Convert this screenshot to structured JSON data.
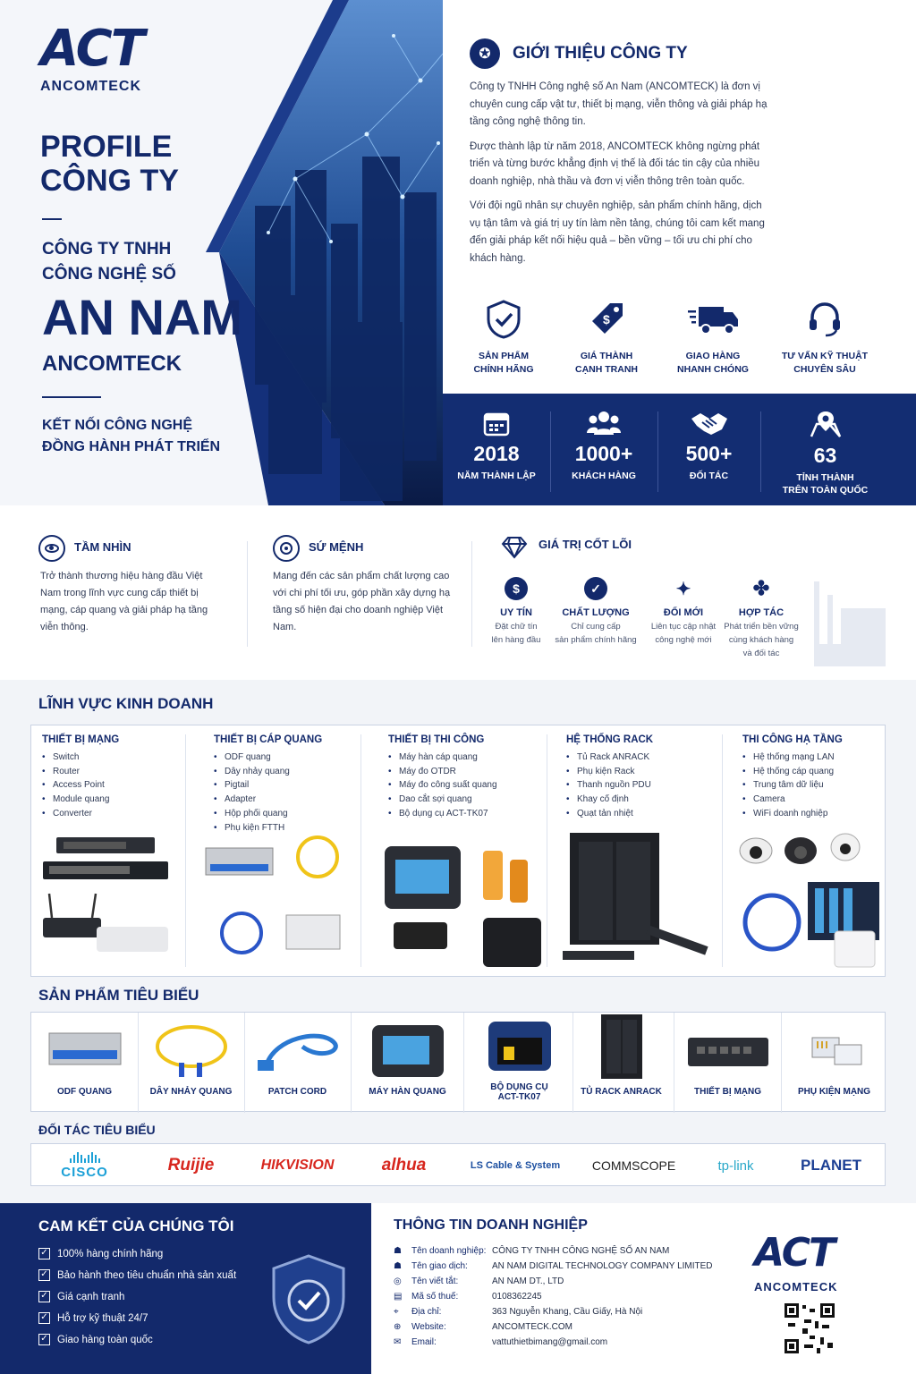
{
  "hero": {
    "logo": {
      "mark": "ACT",
      "name": "ANCOMTECK"
    },
    "profile_line1": "PROFILE",
    "profile_line2": "CÔNG TY",
    "company_line1": "CÔNG TY TNHH",
    "company_line2": "CÔNG NGHỆ SỐ",
    "company_name": "AN NAM",
    "brand": "ANCOMTECK",
    "slogan_line1": "KẾT NỐI CÔNG NGHỆ",
    "slogan_line2": "ĐỒNG HÀNH PHÁT TRIỂN"
  },
  "intro": {
    "title": "GIỚI THIỆU CÔNG TY",
    "icon": "people-icon",
    "paragraphs": [
      "Công ty TNHH Công nghệ số An Nam (ANCOMTECK) là đơn vị chuyên cung cấp vật tư, thiết bị mạng, viễn thông và giải pháp hạ tầng công nghệ thông tin.",
      "Được thành lập từ năm 2018, ANCOMTECK không ngừng phát triển và từng bước khẳng định vị thế là đối tác tin cậy của nhiều doanh nghiệp, nhà thầu và đơn vị viễn thông trên toàn quốc.",
      "Với đội ngũ nhân sự chuyên nghiệp, sản phẩm chính hãng, dịch vụ tận tâm và giá trị uy tín làm nền tảng, chúng tôi cam kết mang đến giải pháp kết nối hiệu quả – bền vững – tối ưu chi phí cho khách hàng."
    ],
    "features": [
      {
        "line1": "SẢN PHẨM",
        "line2": "CHÍNH HÃNG",
        "icon": "shield-check-icon"
      },
      {
        "line1": "GIÁ THÀNH",
        "line2": "CẠNH TRANH",
        "icon": "price-tag-icon"
      },
      {
        "line1": "GIAO HÀNG",
        "line2": "NHANH CHÓNG",
        "icon": "truck-icon"
      },
      {
        "line1": "TƯ VẤN KỸ THUẬT",
        "line2": "CHUYÊN SÂU",
        "icon": "headset-icon"
      }
    ]
  },
  "stats": [
    {
      "value": "2018",
      "line1": "NĂM THÀNH LẬP",
      "line2": "",
      "icon": "calendar-icon"
    },
    {
      "value": "1000+",
      "line1": "KHÁCH HÀNG",
      "line2": "",
      "icon": "users-icon"
    },
    {
      "value": "500+",
      "line1": "ĐỐI TÁC",
      "line2": "",
      "icon": "handshake-icon"
    },
    {
      "value": "63",
      "line1": "TỈNH THÀNH",
      "line2": "TRÊN TOÀN QUỐC",
      "icon": "map-pin-icon"
    }
  ],
  "vision": {
    "title": "TẦM NHÌN",
    "text": "Trở thành thương hiệu hàng đầu Việt Nam trong lĩnh vực cung cấp thiết bị mạng, cáp quang và giải pháp hạ tầng viễn thông."
  },
  "mission": {
    "title": "SỨ MỆNH",
    "text": "Mang đến các sản phẩm chất lượng cao với chi phí tối ưu, góp phần xây dựng hạ tầng số hiện đại cho doanh nghiệp Việt Nam."
  },
  "core": {
    "title": "GIÁ TRỊ CỐT LÕI",
    "items": [
      {
        "title": "UY TÍN",
        "l1": "Đặt chữ tín",
        "l2": "lên hàng đầu",
        "l3": "",
        "glyph": "$"
      },
      {
        "title": "CHẤT LƯỢNG",
        "l1": "Chỉ cung cấp",
        "l2": "sản phẩm chính hãng",
        "l3": "",
        "glyph": "✓"
      },
      {
        "title": "ĐỔI MỚI",
        "l1": "Liên tục cập nhật",
        "l2": "công nghệ mới",
        "l3": "",
        "glyph": "✦"
      },
      {
        "title": "HỢP TÁC",
        "l1": "Phát triển bền vững",
        "l2": "cùng khách hàng",
        "l3": "và đối tác",
        "glyph": "✤"
      }
    ]
  },
  "business": {
    "title": "LĨNH VỰC KINH DOANH",
    "columns": [
      {
        "title": "THIẾT BỊ MẠNG",
        "items": [
          "Switch",
          "Router",
          "Access Point",
          "Module quang",
          "Converter"
        ]
      },
      {
        "title": "THIẾT BỊ CÁP QUANG",
        "items": [
          "ODF quang",
          "Dây nhảy quang",
          "Pigtail",
          "Adapter",
          "Hộp phối quang",
          "Phụ kiện FTTH"
        ]
      },
      {
        "title": "THIẾT BỊ THI CÔNG",
        "items": [
          "Máy hàn cáp quang",
          "Máy đo OTDR",
          "Máy đo công suất quang",
          "Dao cắt sợi quang",
          "Bộ dụng cụ ACT-TK07"
        ]
      },
      {
        "title": "HỆ THỐNG RACK",
        "items": [
          "Tủ Rack ANRACK",
          "Phụ kiện Rack",
          "Thanh nguồn PDU",
          "Khay cố định",
          "Quạt tản nhiệt"
        ]
      },
      {
        "title": "THI CÔNG HẠ TẦNG",
        "items": [
          "Hệ thống mạng LAN",
          "Hệ thống cáp quang",
          "Trung tâm dữ liệu",
          "Camera",
          "WiFi doanh nghiệp"
        ]
      }
    ]
  },
  "products": {
    "title": "SẢN PHẨM TIÊU BIỂU",
    "items": [
      {
        "l1": "ODF QUANG",
        "l2": ""
      },
      {
        "l1": "DÂY NHẢY QUANG",
        "l2": ""
      },
      {
        "l1": "PATCH CORD",
        "l2": ""
      },
      {
        "l1": "MÁY HÀN QUANG",
        "l2": ""
      },
      {
        "l1": "BỘ DỤNG CỤ",
        "l2": "ACT-TK07"
      },
      {
        "l1": "TỦ RACK ANRACK",
        "l2": ""
      },
      {
        "l1": "THIẾT BỊ MẠNG",
        "l2": ""
      },
      {
        "l1": "PHỤ KIỆN MẠNG",
        "l2": ""
      }
    ]
  },
  "partners": {
    "title": "ĐỐI TÁC TIÊU BIỂU",
    "items": [
      {
        "name": "CISCO",
        "color": "#1ba0d7"
      },
      {
        "name": "Ruijie",
        "color": "#d7261e"
      },
      {
        "name": "HIKVISION",
        "color": "#d7261e"
      },
      {
        "name": "alhua",
        "color": "#d7261e"
      },
      {
        "name": "LS Cable & System",
        "color": "#1c4fa0"
      },
      {
        "name": "COMMSCOPE",
        "color": "#222222"
      },
      {
        "name": "tp-link",
        "color": "#2aa8c9"
      },
      {
        "name": "PLANET",
        "color": "#1c3f94"
      }
    ]
  },
  "commitment": {
    "title": "CAM KẾT CỦA CHÚNG TÔI",
    "items": [
      "100% hàng chính hãng",
      "Bảo hành theo tiêu chuẩn nhà sản xuất",
      "Giá cạnh tranh",
      "Hỗ trợ kỹ thuật 24/7",
      "Giao hàng toàn quốc"
    ]
  },
  "company_info": {
    "title": "THÔNG TIN DOANH NGHIỆP",
    "rows": [
      {
        "label": "Tên doanh nghiệp:",
        "value": "CÔNG TY TNHH CÔNG NGHỆ SỐ AN NAM",
        "icon": "building-icon"
      },
      {
        "label": "Tên giao dịch:",
        "value": "AN NAM DIGITAL TECHNOLOGY COMPANY LIMITED",
        "icon": "building-icon"
      },
      {
        "label": "Tên viết tắt:",
        "value": "AN NAM DT., LTD",
        "icon": "globe-icon"
      },
      {
        "label": "Mã số thuế:",
        "value": "0108362245",
        "icon": "document-icon"
      },
      {
        "label": "Địa chỉ:",
        "value": "363 Nguyễn Khang, Cầu Giấy, Hà Nội",
        "icon": "location-icon"
      },
      {
        "label": "Website:",
        "value": "ANCOMTECK.COM",
        "icon": "globe-icon"
      },
      {
        "label": "Email:",
        "value": "vattuthietbimang@gmail.com",
        "icon": "email-icon"
      }
    ]
  },
  "colors": {
    "navy": "#13296b",
    "navy_dark": "#132d72",
    "accent": "#1ba0d7"
  }
}
